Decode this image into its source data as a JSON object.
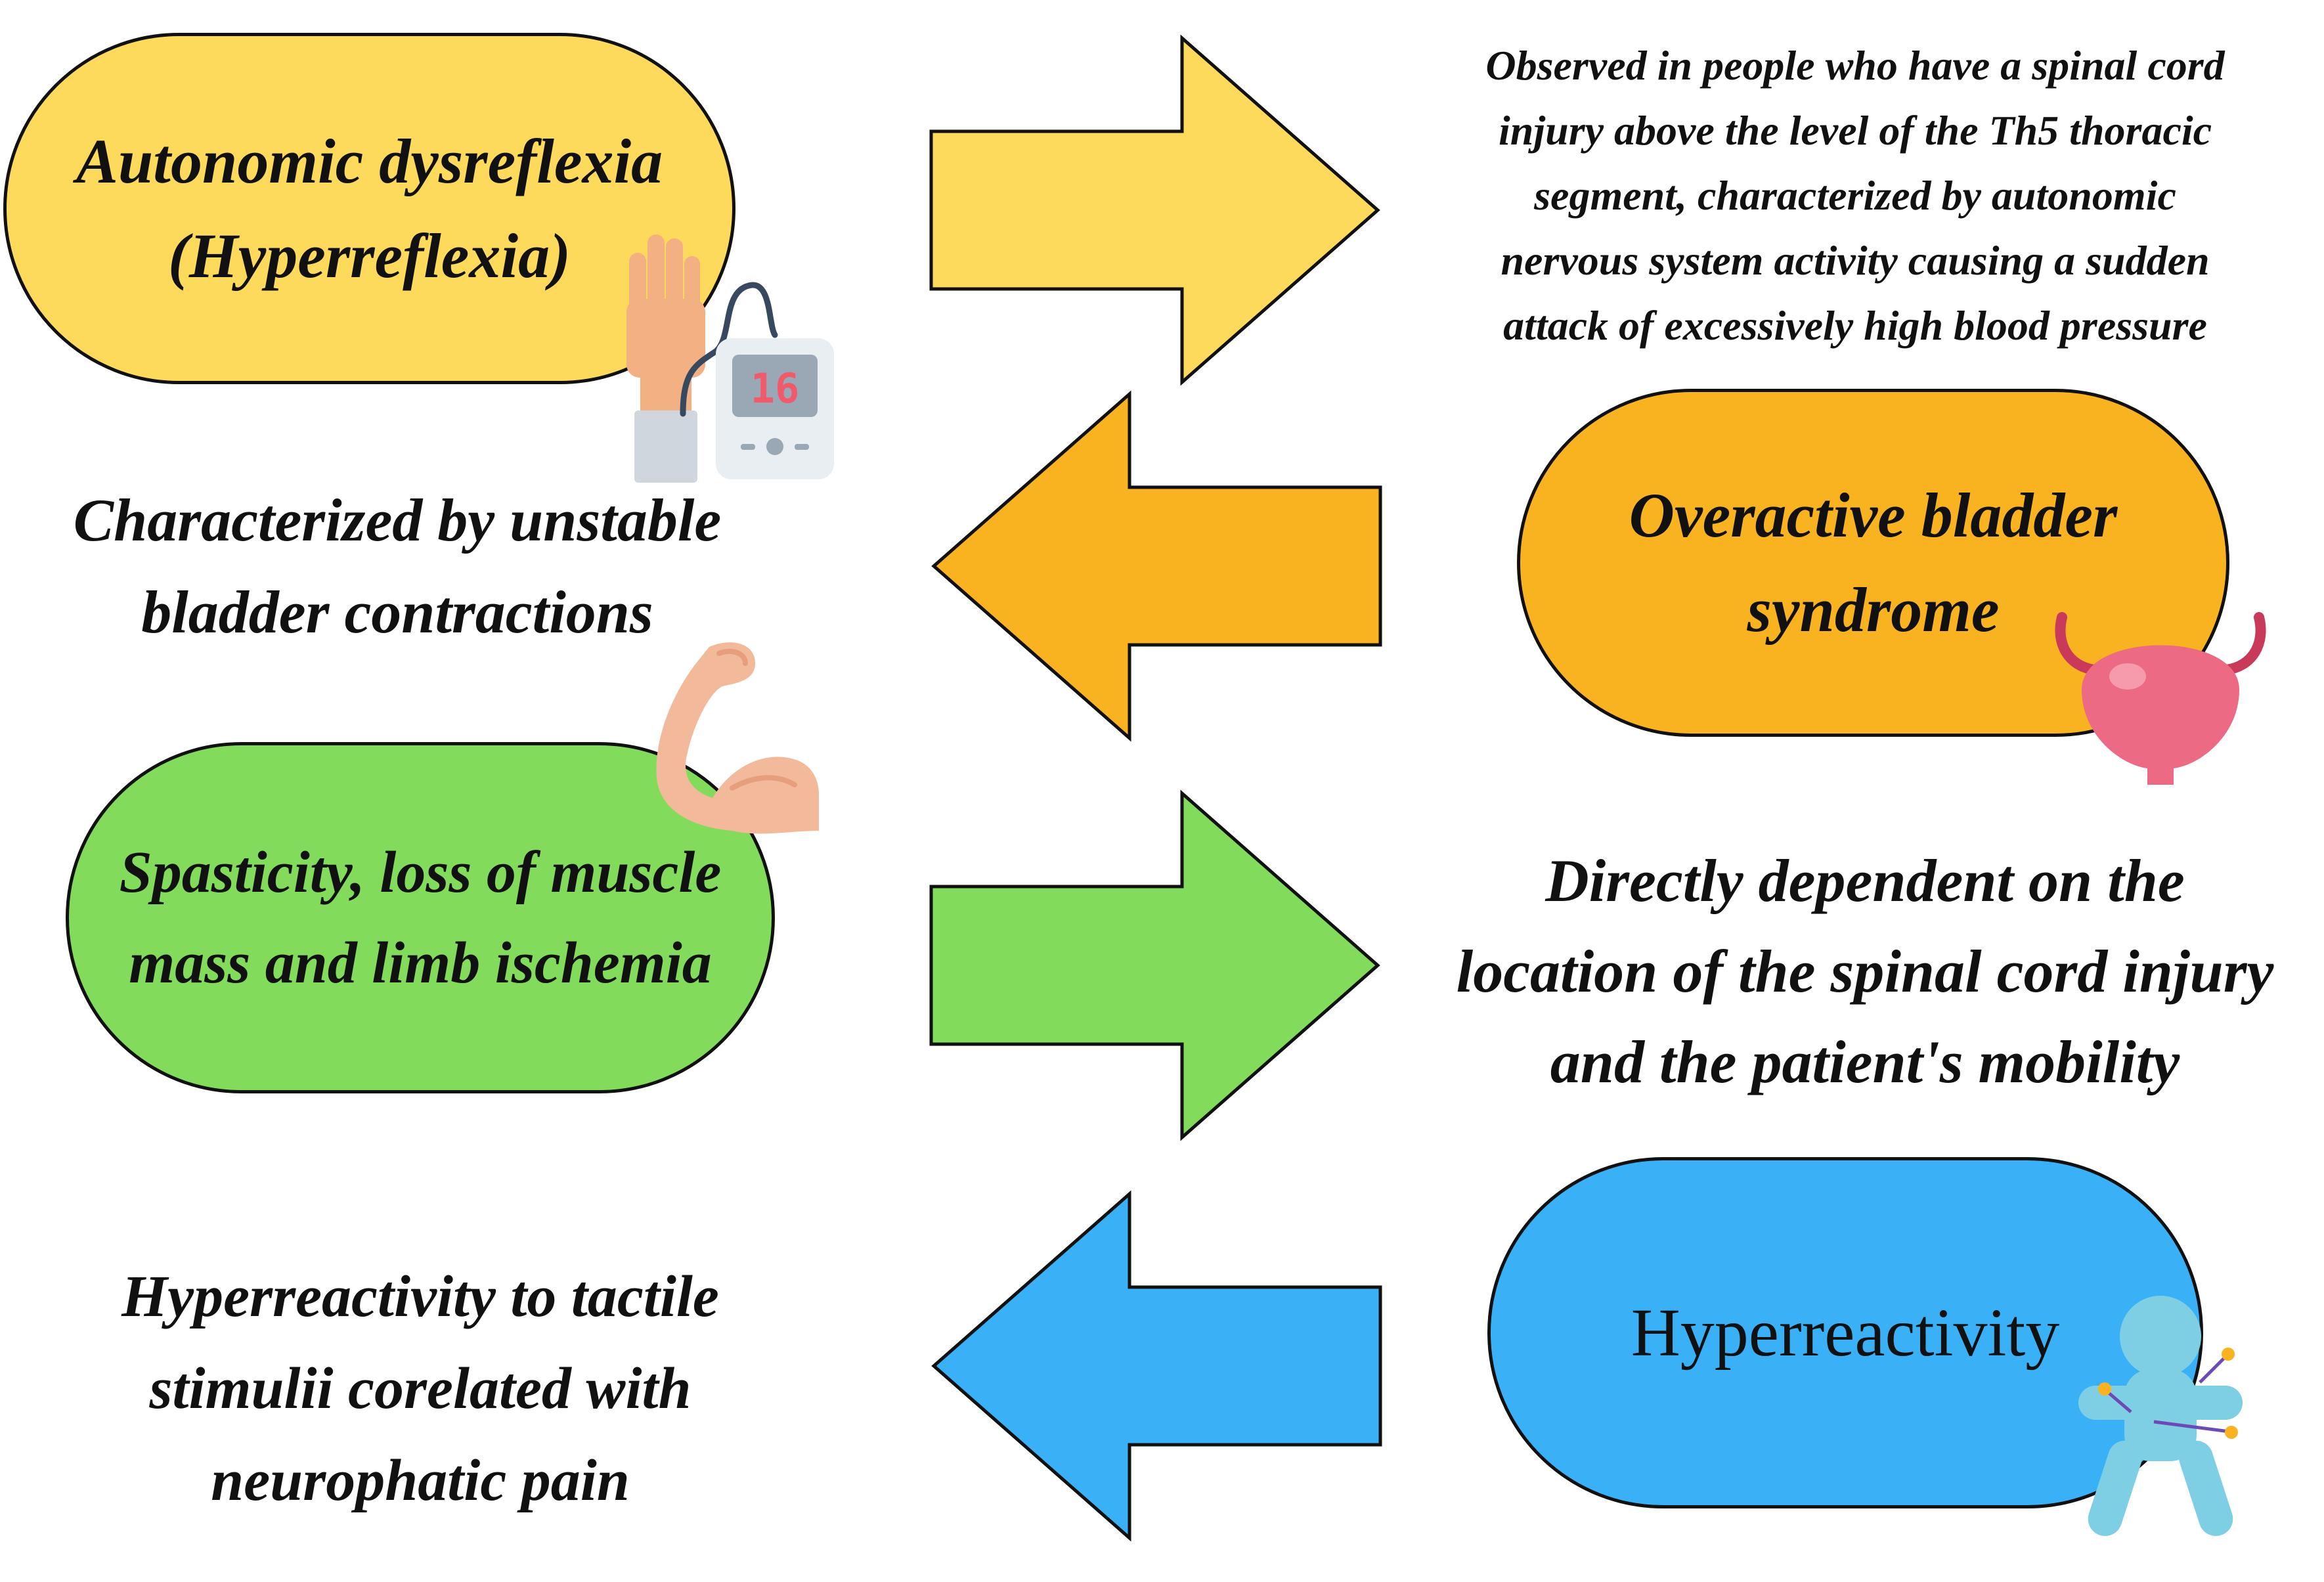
{
  "colors": {
    "yellow": "#FDD95C",
    "orange": "#F9B320",
    "green": "#82DB5A",
    "blue": "#3AB0F7"
  },
  "rows": [
    {
      "term": [
        "Autonomic dysreflexia",
        "(Hyperreflexia)"
      ],
      "description": [
        "Observed in people who have a spinal cord",
        "injury above the level of the Th5 thoracic",
        "segment, characterized by autonomic",
        "nervous system activity causing a sudden",
        "attack of excessively high blood pressure"
      ],
      "color": "#FDD95C",
      "icon": "blood-pressure-monitor-icon",
      "monitor_reading": "16"
    },
    {
      "term": [
        "Overactive bladder",
        "syndrome"
      ],
      "description": [
        "Characterized by unstable",
        "bladder contractions"
      ],
      "color": "#F9B320",
      "icon": "bladder-icon"
    },
    {
      "term": [
        "Spasticity, loss of muscle",
        "mass and limb ischemia"
      ],
      "description": [
        "Directly dependent on the",
        "location of the spinal cord injury",
        "and the patient's mobility"
      ],
      "color": "#82DB5A",
      "icon": "flexed-arm-icon"
    },
    {
      "term": [
        "Hyperreactivity"
      ],
      "description": [
        "Hyperreactivity to tactile",
        "stimulii corelated with",
        "neurophatic pain"
      ],
      "color": "#3AB0F7",
      "icon": "pin-doll-icon"
    }
  ]
}
